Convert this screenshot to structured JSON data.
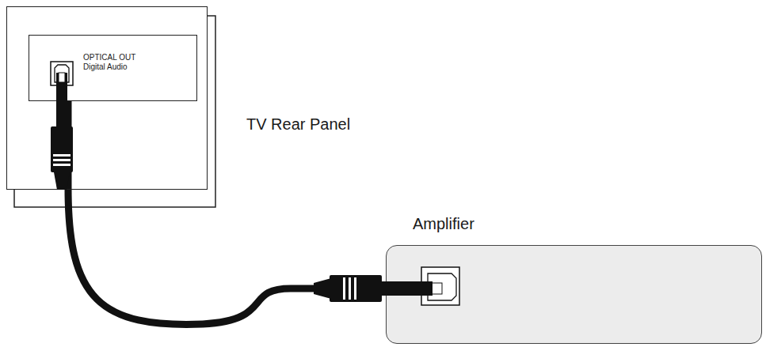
{
  "diagram": {
    "nodes": [
      {
        "text": [
          "TV Rear Panel"
        ]
      },
      {
        "text": [
          "OPTICAL OUT Digital Audio"
        ],
        "in": 0
      },
      {
        "text": [
          "Amplifier"
        ]
      }
    ],
    "edges": [
      {
        "from": 1,
        "to": 2,
        "arrow": "none"
      }
    ]
  }
}
